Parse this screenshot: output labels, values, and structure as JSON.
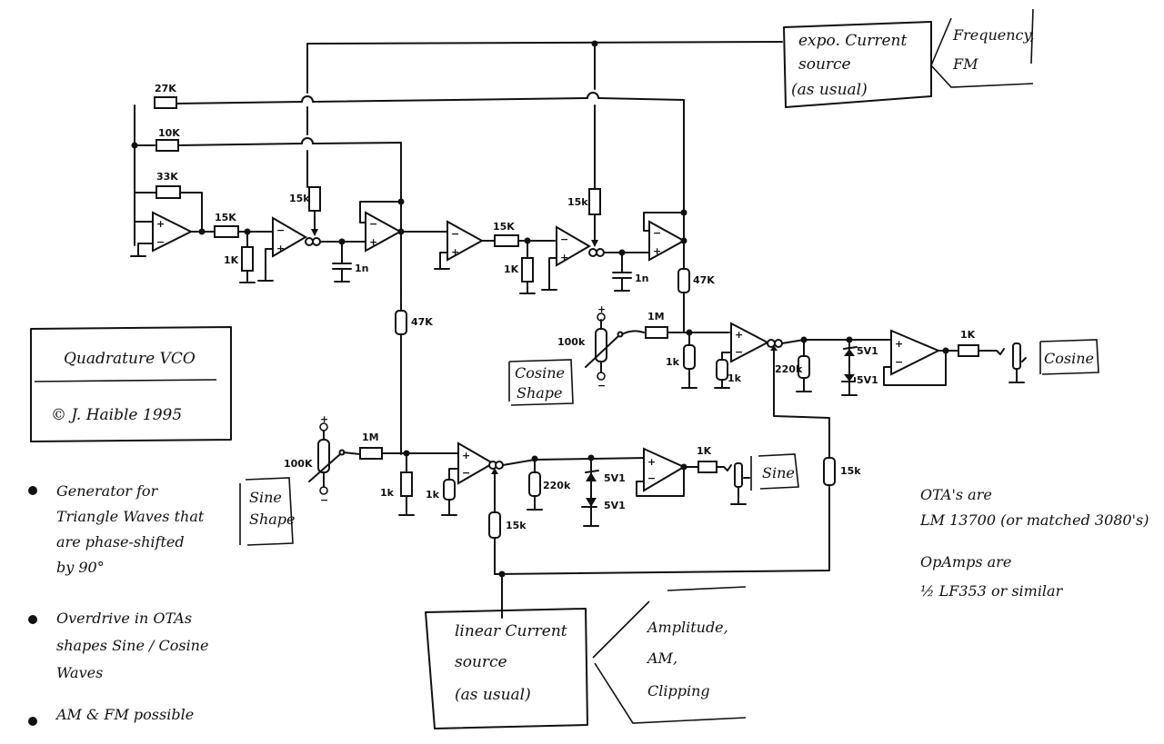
{
  "title_block": {
    "title": "Quadrature VCO",
    "copyright": "© J. Haible 1995"
  },
  "expo_source": {
    "lines": [
      "expo. Current",
      "source",
      "(as usual)"
    ],
    "callout": [
      "Frequency,",
      "FM"
    ]
  },
  "linear_source": {
    "lines": [
      "linear Current",
      "source",
      "(as usual)"
    ],
    "callout": [
      "Amplitude,",
      "AM,",
      "Clipping"
    ]
  },
  "integrator_stage": {
    "feedback_resistors": [
      "27K",
      "10K",
      "33K"
    ],
    "input_resistor_1": "15K",
    "divider_resistor_1": "1K",
    "ota_bias_resistor_1": "15k",
    "capacitor_1": "1n",
    "input_resistor_2": "15K",
    "divider_resistor_2": "1K",
    "ota_bias_resistor_2": "15k",
    "capacitor_2": "1n",
    "load_resistor_left": "47K",
    "load_resistor_right": "47K"
  },
  "sine_shaper": {
    "trim_pot": "100K",
    "pot_plus": "+",
    "pot_minus": "−",
    "trim_label": [
      "Sine",
      "Shape"
    ],
    "series_resistor": "1M",
    "ground_resistor": "1k",
    "inv_resistor": "1k",
    "bias_resistor": "15k",
    "load_resistor": "220k",
    "zener_top": "5V1",
    "zener_bottom": "5V1",
    "output_resistor": "1K",
    "output_label": "Sine"
  },
  "cosine_shaper": {
    "trim_pot": "100k",
    "pot_plus": "+",
    "pot_minus": "−",
    "trim_label": [
      "Cosine",
      "Shape"
    ],
    "series_resistor": "1M",
    "ground_resistor": "1k",
    "inv_resistor": "1k",
    "bias_resistor": "15k",
    "load_resistor": "220k",
    "zener_top": "5V1",
    "zener_bottom": "5V1",
    "output_resistor": "1K",
    "output_label": "Cosine"
  },
  "opamp_signs": {
    "plus": "+",
    "minus": "−"
  },
  "notes": {
    "bullets": [
      [
        "Generator for",
        "Triangle Waves that",
        "are phase-shifted",
        "by 90°"
      ],
      [
        "Overdrive in OTAs",
        "shapes Sine / Cosine",
        "Waves"
      ],
      [
        "AM & FM possible"
      ]
    ],
    "parts": [
      [
        "OTA's are",
        "LM 13700 (or matched 3080's)"
      ],
      [
        "OpAmps are",
        "½ LF353 or similar"
      ]
    ]
  }
}
